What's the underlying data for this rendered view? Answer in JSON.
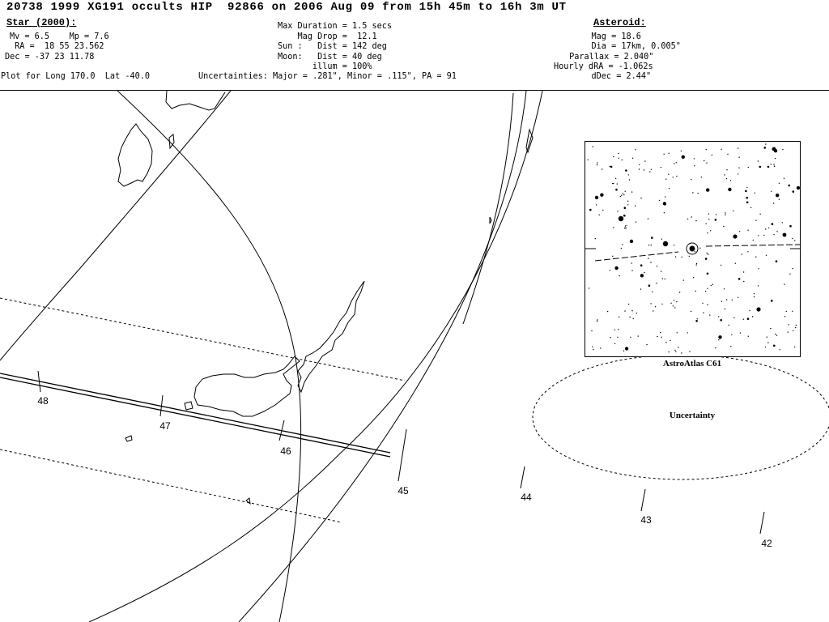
{
  "title": "20738 1999 XG191 occults HIP  92866 on 2006 Aug 09 from 15h 45m to 16h 3m UT",
  "star": {
    "heading": "Star (2000):",
    "lines": [
      "Mv = 6.5    Mp = 7.6",
      " RA =  18 55 23.562",
      "Dec = -37 23 11.78"
    ]
  },
  "plot_line": "Plot for Long 170.0  Lat -40.0",
  "event": {
    "lines": [
      "Max Duration = 1.5 secs",
      "    Mag Drop =  12.1",
      "Sun :   Dist = 142 deg",
      "Moon:   Dist = 40 deg",
      "       illum = 100%"
    ],
    "uncertainties": "Uncertainties: Major = .281\", Minor = .115\", PA = 91"
  },
  "asteroid": {
    "heading": "Asteroid:",
    "lines": [
      "    Mag = 18.6",
      "    Dia = 17km, 0.005\"",
      " Parallax = 2.040\"",
      "Hourly dRA = -1.062s",
      "    dDec = 2.44\""
    ]
  },
  "star_chart": {
    "caption": "AstroAtlas C61",
    "label": "ε"
  },
  "uncertainty_label": "Uncertainty",
  "time_ticks": [
    "48",
    "47",
    "46",
    "45",
    "44",
    "43",
    "42"
  ]
}
